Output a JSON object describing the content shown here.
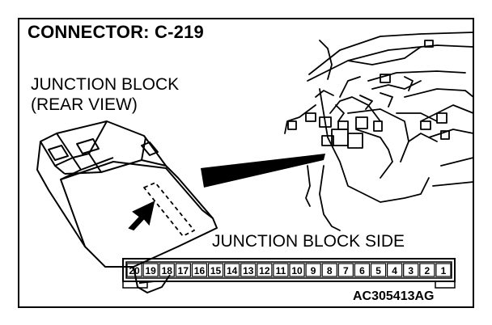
{
  "title": "CONNECTOR: C-219",
  "junction_block_label": {
    "line1": "JUNCTION BLOCK",
    "line2": "(REAR VIEW)"
  },
  "side_label": "JUNCTION BLOCK SIDE",
  "figure_code": "AC305413AG",
  "connector": {
    "pins": [
      "20",
      "19",
      "18",
      "17",
      "16",
      "15",
      "14",
      "13",
      "12",
      "11",
      "10",
      "9",
      "8",
      "7",
      "6",
      "5",
      "4",
      "3",
      "2",
      "1"
    ]
  }
}
